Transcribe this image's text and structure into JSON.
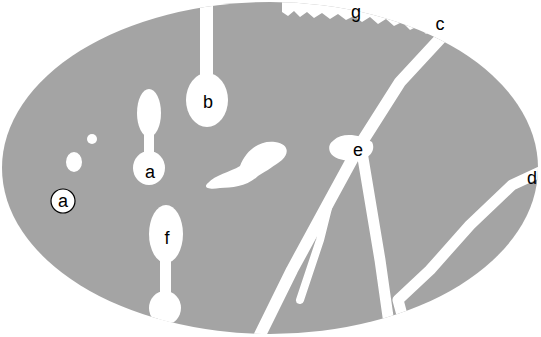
{
  "diagram": {
    "labels": [
      "g",
      "c",
      "b",
      "d",
      "a",
      "a",
      "e",
      "f"
    ]
  }
}
